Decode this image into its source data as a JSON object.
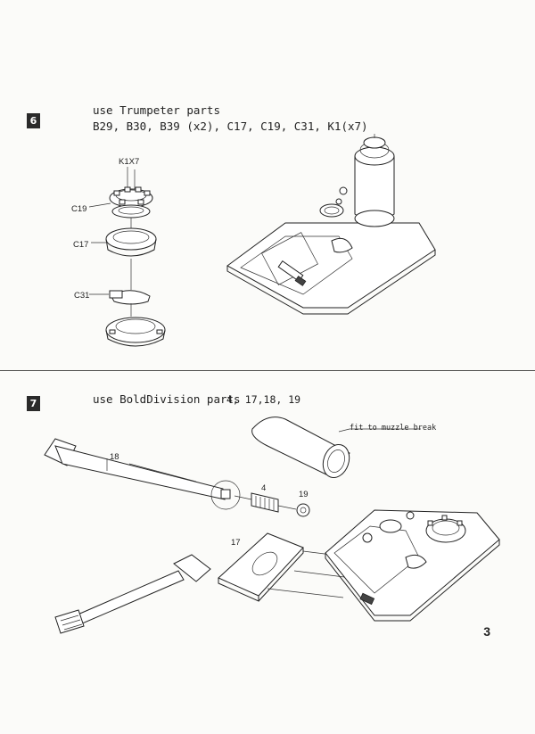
{
  "page_number": "3",
  "steps": [
    {
      "number": "6",
      "instruction_line1": "use Trumpeter parts",
      "instruction_line2": "B29, B30, B39 (x2), C17, C19, C31, K1(x7)",
      "part_labels": [
        "K1X7",
        "C19",
        "C17",
        "C31"
      ]
    },
    {
      "number": "7",
      "instruction": "use BoldDivision parts",
      "parts_list": "4, 17,18, 19",
      "part_labels": [
        "18",
        "4",
        "19",
        "17"
      ],
      "note": "fit to muzzle break"
    }
  ]
}
